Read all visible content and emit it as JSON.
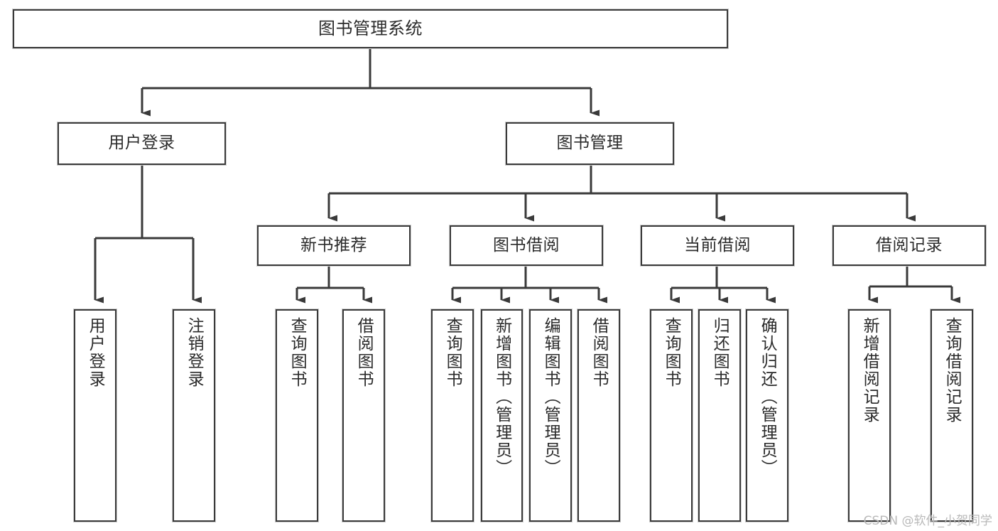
{
  "diagram": {
    "title": "图书管理系统",
    "watermark": "CSDN @软件_小贺同学",
    "line_color": "#3a3a3a",
    "box_fill": "#ffffff",
    "text_color": "#2b2b2b",
    "watermark_color": "#b9b9b9",
    "root": {
      "label": "图书管理系统"
    },
    "level2": [
      {
        "label": "用户登录"
      },
      {
        "label": "图书管理"
      }
    ],
    "level3": [
      {
        "label": "新书推荐"
      },
      {
        "label": "图书借阅"
      },
      {
        "label": "当前借阅"
      },
      {
        "label": "借阅记录"
      }
    ],
    "leaves": {
      "user_login": [
        {
          "label": "用户登录"
        },
        {
          "label": "注销登录"
        }
      ],
      "new_book_recommend": [
        {
          "label": "查询图书"
        },
        {
          "label": "借阅图书"
        }
      ],
      "book_borrow": [
        {
          "label": "查询图书"
        },
        {
          "label": "新增图书（管理员）"
        },
        {
          "label": "编辑图书（管理员）"
        },
        {
          "label": "借阅图书"
        }
      ],
      "current_borrow": [
        {
          "label": "查询图书"
        },
        {
          "label": "归还图书"
        },
        {
          "label": "确认归还（管理员）"
        }
      ],
      "borrow_record": [
        {
          "label": "新增借阅记录"
        },
        {
          "label": "查询借阅记录"
        }
      ]
    }
  }
}
